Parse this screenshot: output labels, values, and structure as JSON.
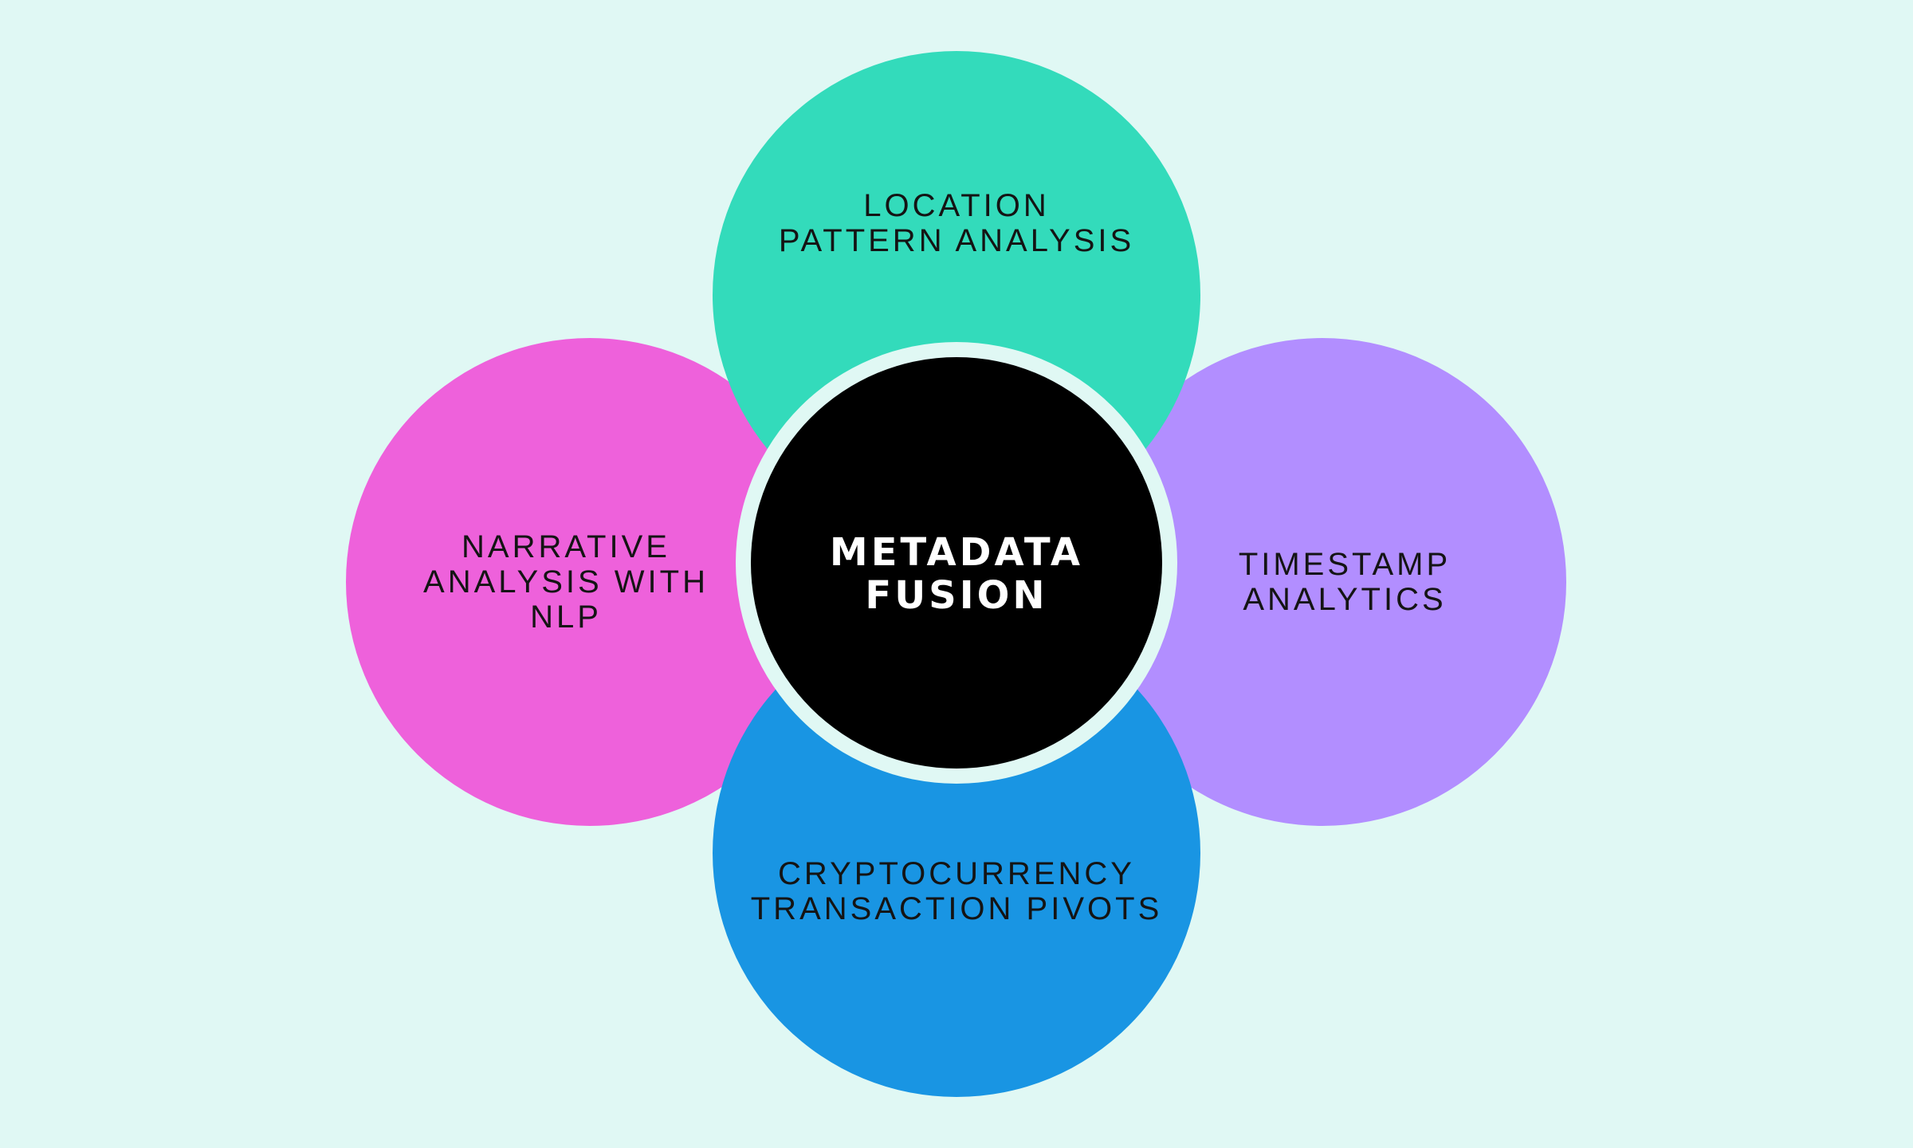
{
  "diagram": {
    "center": {
      "lines": [
        "METADATA",
        "FUSION"
      ],
      "color": "#000000"
    },
    "nodes": [
      {
        "id": "location",
        "lines": [
          "LOCATION",
          "PATTERN ANALYSIS"
        ],
        "color": "#33dbbb"
      },
      {
        "id": "timestamp",
        "lines": [
          "TIMESTAMP",
          "ANALYTICS"
        ],
        "color": "#b28eff"
      },
      {
        "id": "crypto",
        "lines": [
          "CRYPTOCURRENCY",
          "TRANSACTION PIVOTS"
        ],
        "color": "#1995e3"
      },
      {
        "id": "narrative",
        "lines": [
          "NARRATIVE",
          "ANALYSIS WITH",
          "NLP"
        ],
        "color": "#ee61db"
      }
    ],
    "background": "#e0f8f4"
  }
}
